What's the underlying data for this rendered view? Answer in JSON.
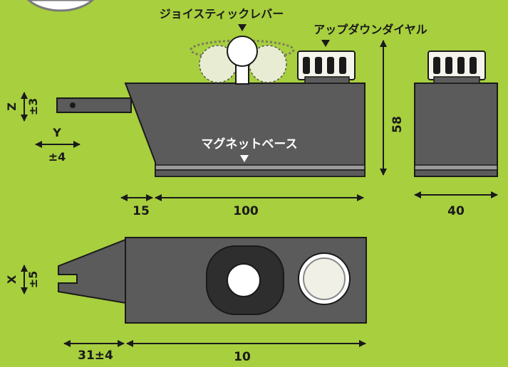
{
  "labels": {
    "joystick_lever": "ジョイスティックレバー",
    "updown_dial": "アップダウンダイヤル",
    "magnet_base": "マグネットベース"
  },
  "dimensions": {
    "z_axis": "Z",
    "z_value": "±3",
    "y_axis": "Y",
    "y_value": "±4",
    "x_axis": "X",
    "x_value": "±5",
    "height": "58",
    "arm_length": "15",
    "body_length": "100",
    "side_width": "40",
    "arm_offset": "31±4",
    "body_length_top": "10"
  },
  "colors": {
    "background": "#a7cf3e",
    "body": "#5b5b5b",
    "outline": "#1a1a1a",
    "dial": "#f4f4ec",
    "base_stripe": "#9a9a9a"
  }
}
